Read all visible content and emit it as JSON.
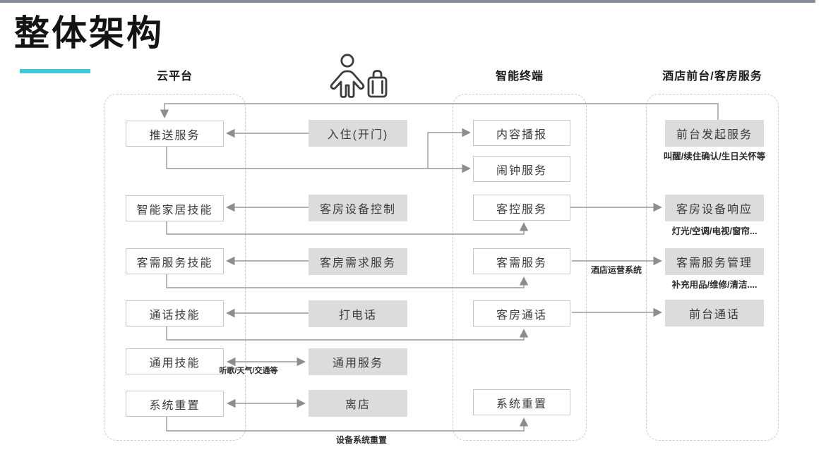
{
  "title": "整体架构",
  "accent_color": "#3EC9D9",
  "top_bar_color": "#878D96",
  "icons": {
    "guest": "person-with-luggage-icon"
  },
  "columns": {
    "cloud": {
      "header": "云平台",
      "boxes": [
        {
          "label": "推送服务"
        },
        {
          "label": "智能家居技能"
        },
        {
          "label": "客需服务技能"
        },
        {
          "label": "通话技能"
        },
        {
          "label": "通用技能"
        },
        {
          "label": "系统重置"
        }
      ]
    },
    "guest_actions": {
      "boxes": [
        {
          "label": "入住(开门)"
        },
        {
          "label": "客房设备控制"
        },
        {
          "label": "客房需求服务"
        },
        {
          "label": "打电话"
        },
        {
          "label": "通用服务"
        },
        {
          "label": "离店"
        }
      ]
    },
    "terminal": {
      "header": "智能终端",
      "boxes": [
        {
          "label": "内容播报"
        },
        {
          "label": "闹钟服务"
        },
        {
          "label": "客控服务"
        },
        {
          "label": "客需服务"
        },
        {
          "label": "客房通话"
        },
        {
          "label": "系统重置"
        }
      ]
    },
    "hotel": {
      "header": "酒店前台/客房服务",
      "boxes": [
        {
          "label": "前台发起服务",
          "note": "叫醒/续住确认/生日关怀等"
        },
        {
          "label": "客房设备响应",
          "note": "灯光/空调/电视/窗帘..."
        },
        {
          "label": "客需服务管理",
          "note": "补充用品/维修/清洁...."
        },
        {
          "label": "前台通话"
        }
      ]
    }
  },
  "edge_labels": {
    "hotel_ops_system": "酒店运营系统",
    "general_services": "听歌/天气/交通等",
    "device_system_reset": "设备系统重置"
  }
}
